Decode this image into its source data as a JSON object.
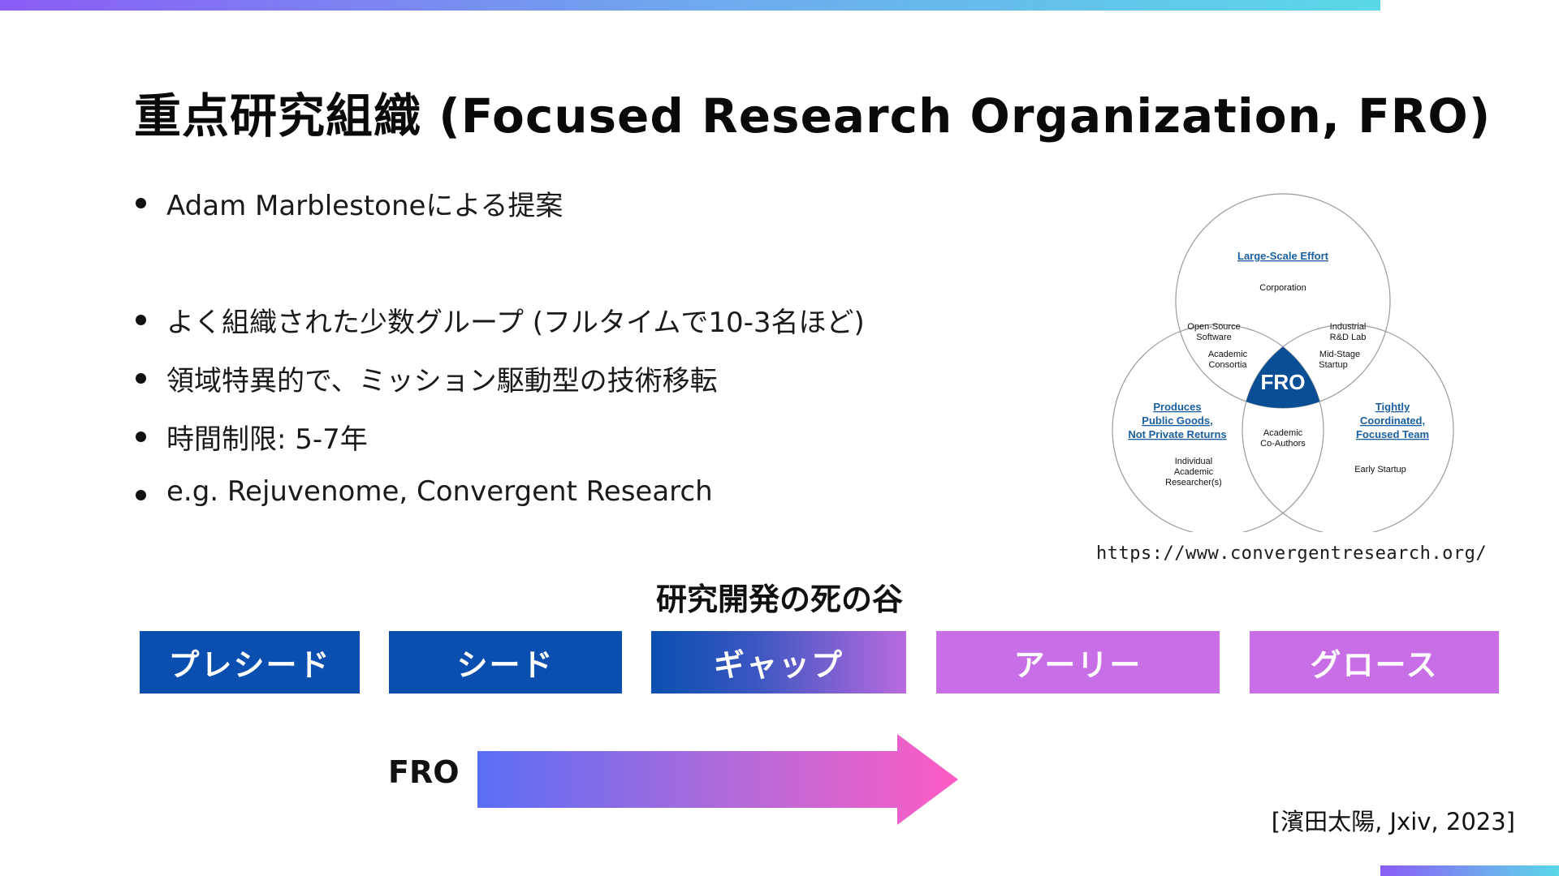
{
  "title": "重点研究組織 (Focused Research Organization, FRO)",
  "bullets": [
    "Adam Marblestoneによる提案",
    "よく組織された少数グループ (フルタイムで10-3名ほど)",
    "領域特異的で、ミッション駆動型の技術移転",
    "時間制限: 5-7年",
    "e.g. Rejuvenome, Convergent Research"
  ],
  "venn": {
    "top_heading": "Large-Scale Effort",
    "top_item": "Corporation",
    "left_heading": [
      "Produces",
      "Public Goods,",
      "Not Private Returns"
    ],
    "left_item": [
      "Individual",
      "Academic",
      "Researcher(s)"
    ],
    "right_heading": [
      "Tightly",
      "Coordinated,",
      "Focused Team"
    ],
    "right_item": "Early Startup",
    "top_left_overlap": [
      "Open-Source",
      "Software"
    ],
    "top_left_overlap_2": [
      "Academic",
      "Consortia"
    ],
    "top_right_overlap": [
      "Industrial",
      "R&D Lab"
    ],
    "top_right_overlap_2": [
      "Mid-Stage",
      "Startup"
    ],
    "bottom_overlap": [
      "Academic",
      "Co-Authors"
    ],
    "center": "FRO",
    "link_color": "#1a5fa0",
    "center_color": "#0a4f96"
  },
  "source_url": "https://www.convergentresearch.org/",
  "valley_label": "研究開発の死の谷",
  "stages": [
    {
      "label": "プレシード",
      "color": "#0a4fb0"
    },
    {
      "label": "シード",
      "color": "#0a4fb0"
    },
    {
      "label": "ギャップ",
      "color": "gradient #0a4fb0 → #b86ae0"
    },
    {
      "label": "アーリー",
      "color": "#c86ee6"
    },
    {
      "label": "グロース",
      "color": "#c86ee6"
    }
  ],
  "fro_label": "FRO",
  "arrow_colors": [
    "#5a6ef5",
    "#ff5cc4"
  ],
  "citation": "[濱田太陽, Jxiv, 2023]"
}
